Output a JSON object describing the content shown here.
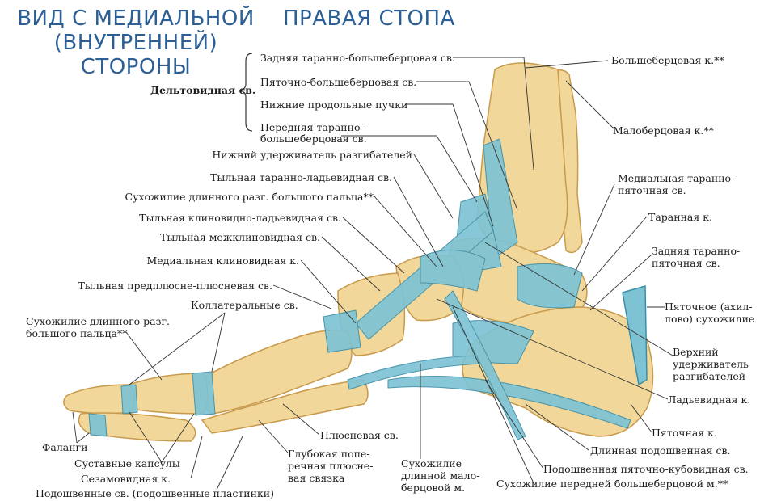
{
  "title": {
    "lines": [
      "ВИД С МЕДИАЛЬНОЙ",
      "(ВНУТРЕННЕЙ)",
      "СТОРОНЫ"
    ],
    "side": "ПРАВАЯ СТОПА"
  },
  "colors": {
    "title": "#2b5f95",
    "bone": "#f1d79a",
    "bone_edge": "#c89a4c",
    "ligament": "#7dc3d4",
    "ligament_edge": "#3c8ea6",
    "line": "#333333"
  },
  "labels": {
    "deltoid_group": "Дельтовидная св.",
    "post_tibiotalar": "Задняя таранно-большеберцовая св.",
    "tibiocalcaneal": "Пяточно-большеберцовая св.",
    "lower_bundles": "Нижние продольные пучки",
    "ant_tibiotalar_1": "Передняя таранно-",
    "ant_tibiotalar_2": "большеберцовая св.",
    "inf_retinaculum": "Нижний удерживатель разгибателей",
    "dorsal_talonavicular": "Тыльная таранно-ладьевидная св.",
    "ehl_tendon_1": "Сухожилие длинного разг. большого пальца**",
    "dorsal_cuneonavicular": "Тыльная клиновидно-ладьевидная св.",
    "dorsal_intercuneiform": "Тыльная межклиновидная св.",
    "medial_cuneiform": "Медиальная клиновидная к.",
    "tarsometatarsal": "Тыльная предплюсне-плюсневая св.",
    "collateral": "Коллатеральные св.",
    "ehl_tendon_2a": "Сухожилие длинного разг.",
    "ehl_tendon_2b": "большого пальца**",
    "phalanges": "Фаланги",
    "joint_capsules": "Суставные капсулы",
    "sesamoid": "Сезамовидная к.",
    "plantar_plates": "Подошвенные св. (подошвенные пластинки)",
    "deep_transverse_1": "Глубокая попе-",
    "deep_transverse_2": "речная плюсне-",
    "deep_transverse_3": "вая связка",
    "metatarsal": "Плюсневая св.",
    "peroneus_1": "Сухожилие",
    "peroneus_2": "длинной мало-",
    "peroneus_3": "берцовой м.",
    "tibia": "Большеберцовая к.**",
    "fibula": "Малоберцовая к.**",
    "med_talocalcaneal_1": "Медиальная таранно-",
    "med_talocalcaneal_2": "пяточная св.",
    "talus": "Таранная к.",
    "post_talocalcaneal_1": "Задняя таранно-",
    "post_talocalcaneal_2": "пяточная св.",
    "achilles_1": "Пяточное (ахил-",
    "achilles_2": "лово) сухожилие",
    "sup_retinaculum_1": "Верхний",
    "sup_retinaculum_2": "удерживатель",
    "sup_retinaculum_3": "разгибателей",
    "navicular": "Ладьевидная к.",
    "calcaneus": "Пяточная к.",
    "long_plantar": "Длинная подошвенная св.",
    "plantar_calcaneocuboid": "Подошвенная пяточно-кубовидная св.",
    "tib_ant_tendon": "Сухожилие передней большеберцовой м.**"
  }
}
